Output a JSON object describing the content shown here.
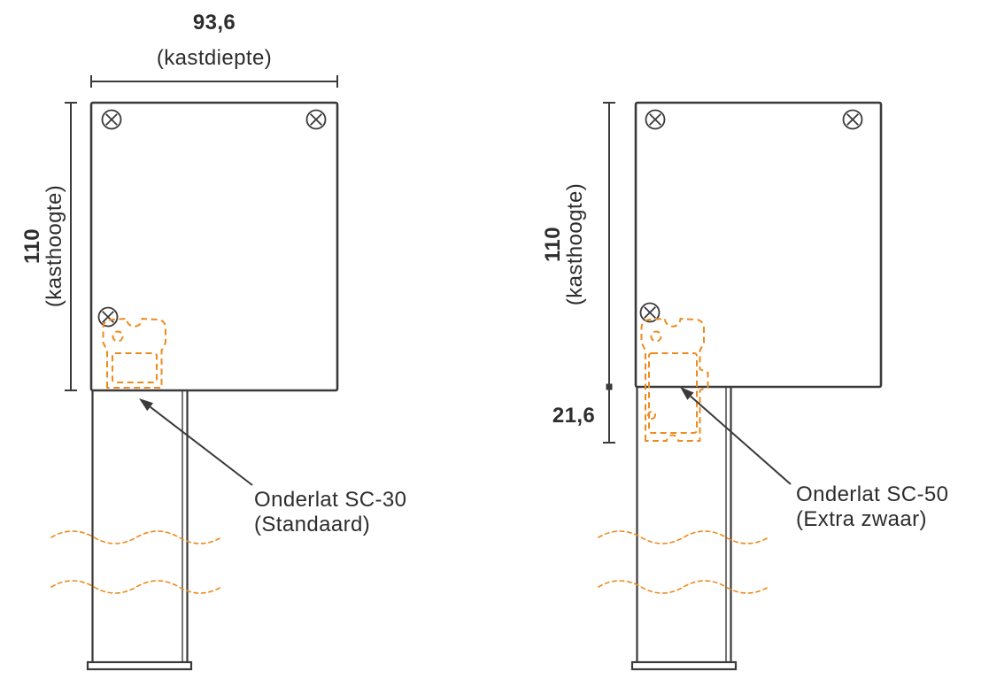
{
  "colors": {
    "line": "#3a3a3a",
    "text": "#2d2d2d",
    "accent": "#ee8b1e"
  },
  "left_diagram": {
    "depth_dimension": {
      "value": "93,6",
      "label": "(kastdiepte)"
    },
    "height_dimension": {
      "value": "110",
      "label": "(kasthoogte)"
    },
    "callout": {
      "title": "Onderlat SC-30",
      "subtitle": "(Standaard)"
    }
  },
  "right_diagram": {
    "height_dimension": {
      "value": "110",
      "label": "(kasthoogte)"
    },
    "bottom_offset_dimension": {
      "value": "21,6"
    },
    "callout": {
      "title": "Onderlat SC-50",
      "subtitle": "(Extra zwaar)"
    }
  }
}
